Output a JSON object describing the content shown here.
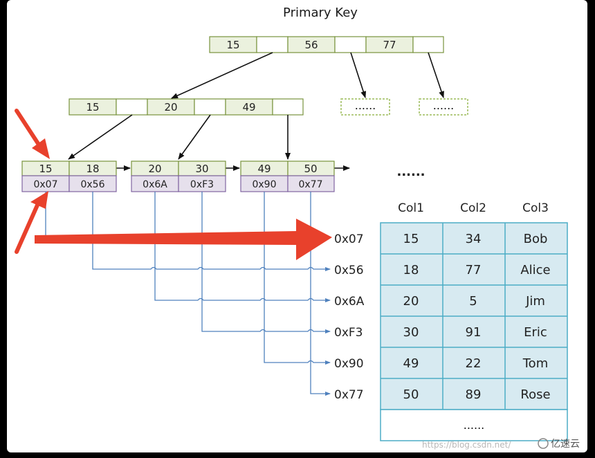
{
  "title": "Primary Key",
  "root_keys": [
    "15",
    "56",
    "77"
  ],
  "level2_keys": [
    "15",
    "20",
    "49"
  ],
  "placeholder_text": "......",
  "leaf_ellipsis": "......",
  "leaves": [
    {
      "keys": [
        "15",
        "18"
      ],
      "ptrs": [
        "0x07",
        "0x56"
      ]
    },
    {
      "keys": [
        "20",
        "30"
      ],
      "ptrs": [
        "0x6A",
        "0xF3"
      ]
    },
    {
      "keys": [
        "49",
        "50"
      ],
      "ptrs": [
        "0x90",
        "0x77"
      ]
    }
  ],
  "addresses": [
    "0x07",
    "0x56",
    "0x6A",
    "0xF3",
    "0x90",
    "0x77"
  ],
  "table": {
    "headers": [
      "Col1",
      "Col2",
      "Col3"
    ],
    "rows": [
      [
        "15",
        "34",
        "Bob"
      ],
      [
        "18",
        "77",
        "Alice"
      ],
      [
        "20",
        "5",
        "Jim"
      ],
      [
        "30",
        "91",
        "Eric"
      ],
      [
        "49",
        "22",
        "Tom"
      ],
      [
        "50",
        "89",
        "Rose"
      ]
    ],
    "footer": "......"
  },
  "watermark": "https://blog.csdn.net/",
  "logo_text": "亿速云",
  "colors": {
    "key_fill": "#ebf1de",
    "key_stroke": "#77933c",
    "ptr_fill": "#e6e0ec",
    "ptr_stroke": "#8064a2",
    "cell_fill": "#d7eaf1",
    "cell_stroke": "#4bacc6",
    "line_blue": "#4f81bd",
    "arrow_red": "#e8412c"
  }
}
